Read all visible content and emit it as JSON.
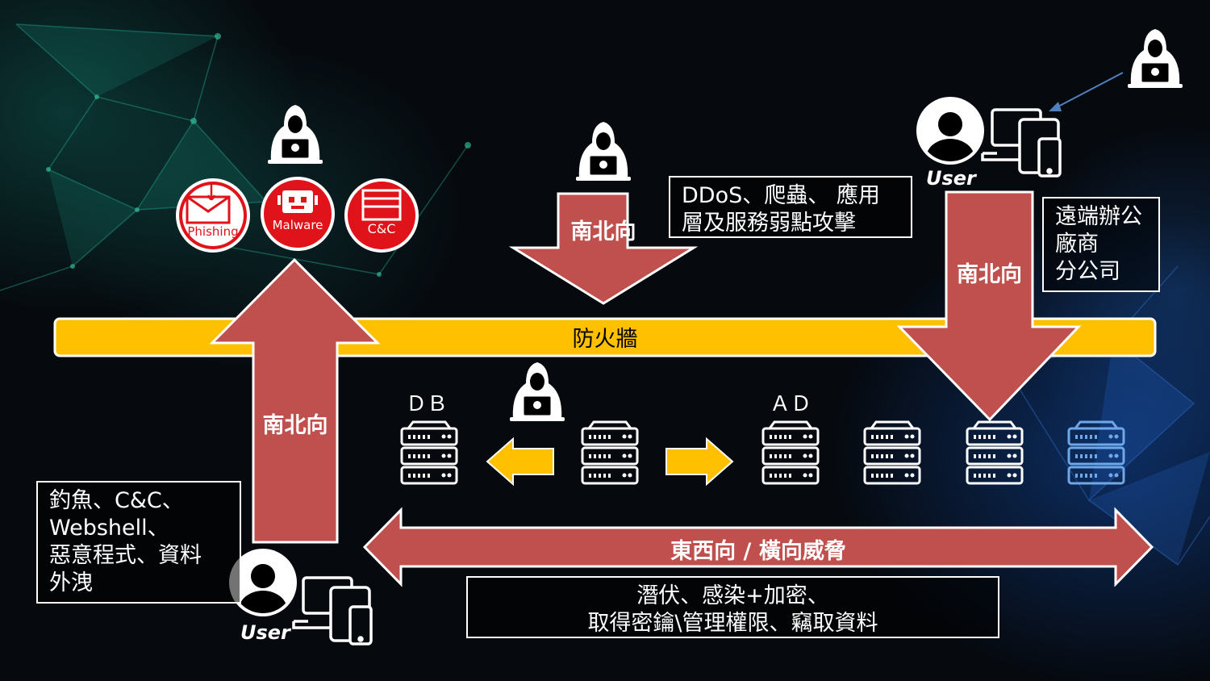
{
  "firewall": {
    "label": "防火牆"
  },
  "arrows": {
    "outbound_label": "南北向",
    "inbound_label": "南北向",
    "remote_label": "南北向",
    "lateral_label": "東西向 / 橫向威脅"
  },
  "threat_icons": {
    "phishing": "Phishing",
    "malware": "Malware",
    "cc": "C&C"
  },
  "servers": {
    "db_label": "ＤＢ",
    "ad_label": "ＡＤ"
  },
  "users": {
    "bottom_label": "User",
    "top_label": "User"
  },
  "boxes": {
    "ddos": [
      "DDoS、爬蟲、 應用",
      "層及服務弱點攻擊"
    ],
    "remote": [
      "遠端辦公",
      "廠商",
      "分公司"
    ],
    "outbound": [
      "釣魚、C&C、",
      "Webshell、",
      "惡意程式、資料",
      "外洩"
    ],
    "lateral": [
      "潛伏、感染+加密、",
      "取得密鑰\\管理權限、竊取資料"
    ]
  },
  "colors": {
    "firewall": "#FFC000",
    "arrow_fill": "#C0504D",
    "threat_red": "#E0131A",
    "server_white": "#FFFFFF",
    "server_blue": "#6EA8E8"
  }
}
